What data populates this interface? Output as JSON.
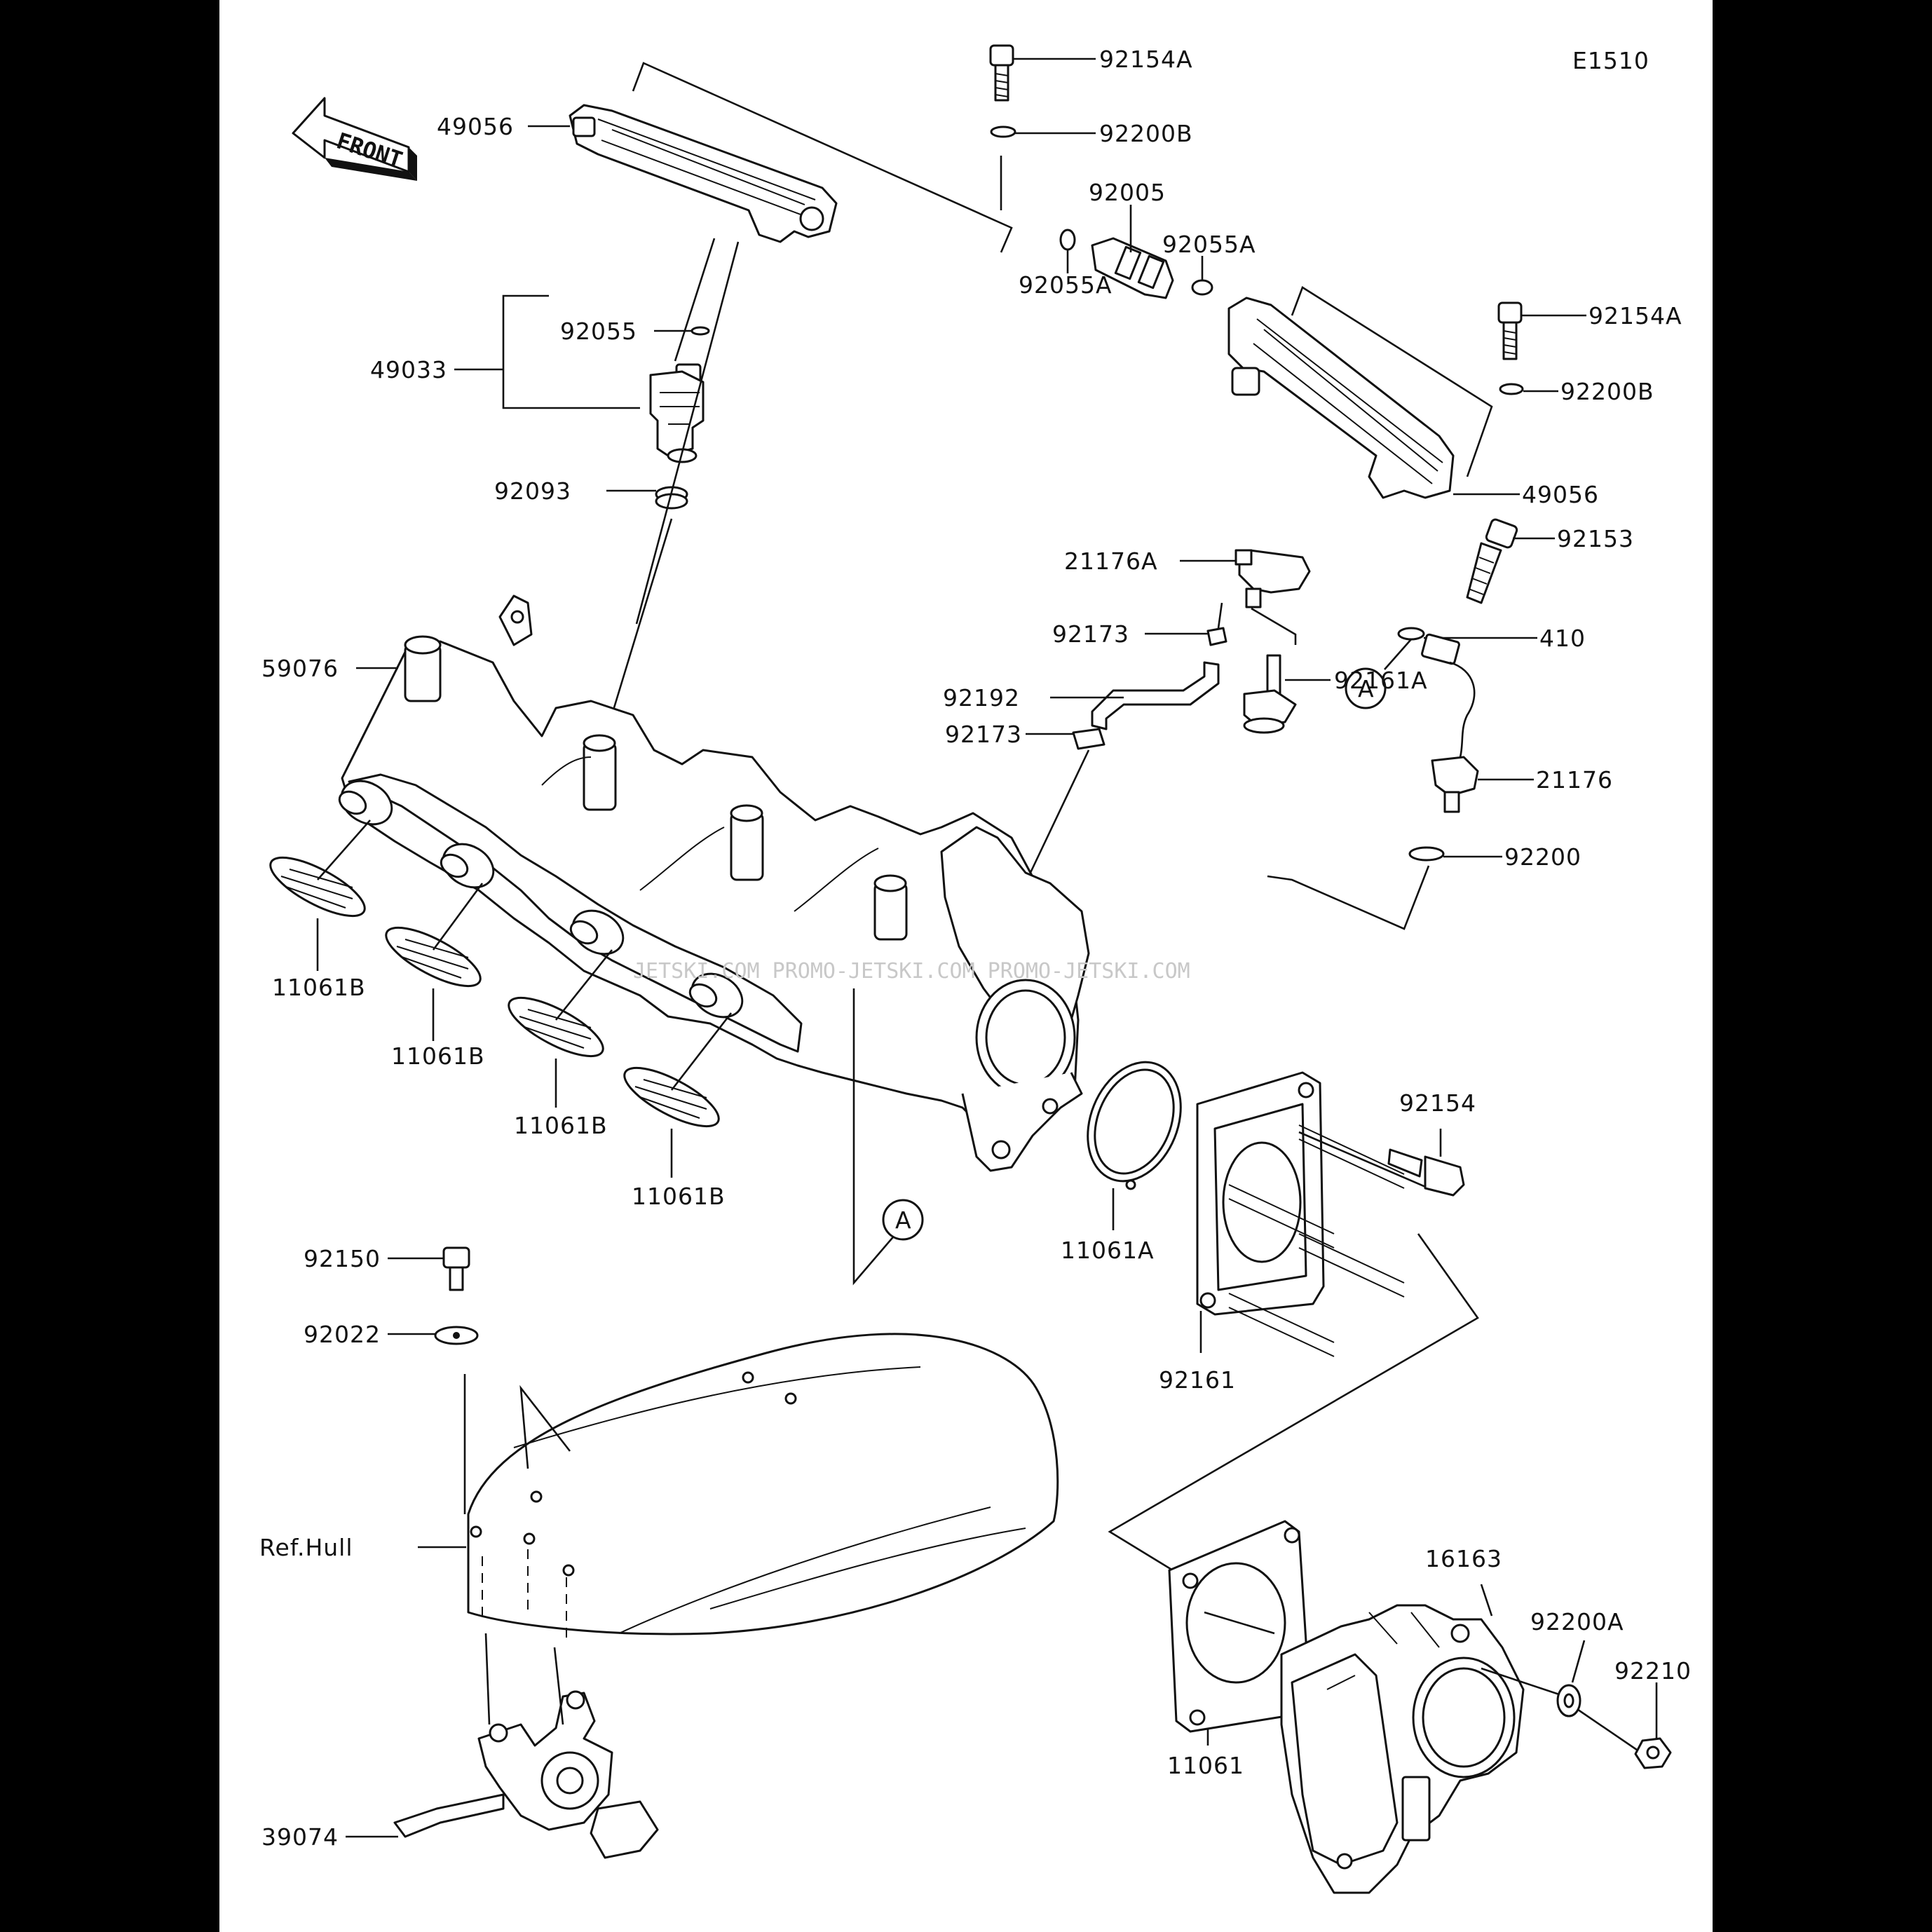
{
  "diagram_code": "E1510",
  "front_label": "FRONT",
  "watermark": "JETSKI.COM  PROMO-JETSKI.COM  PROMO-JETSKI.COM",
  "callout_marker": "A",
  "labels": {
    "p92154A_top": "92154A",
    "p92200B_top": "92200B",
    "p49056_top": "49056",
    "p92005": "92005",
    "p92055A_right": "92055A",
    "p92055A_left": "92055A",
    "p92055": "92055",
    "p49033": "49033",
    "p92154A_mid": "92154A",
    "p92200B_mid": "92200B",
    "p92093": "92093",
    "p49056_mid": "49056",
    "p92153": "92153",
    "p21176A": "21176A",
    "p92173_top": "92173",
    "p410": "410",
    "p59076": "59076",
    "p92192": "92192",
    "p92161A": "92161A",
    "p92173_bot": "92173",
    "p21176": "21176",
    "p92200": "92200",
    "p11061B_1": "11061B",
    "p11061B_2": "11061B",
    "p11061B_3": "11061B",
    "p11061B_4": "11061B",
    "p92154": "92154",
    "p11061A": "11061A",
    "p92150": "92150",
    "p92022": "92022",
    "p92161": "92161",
    "p16163": "16163",
    "p92200A": "92200A",
    "p92210": "92210",
    "ref_hull": "Ref.Hull",
    "p11061": "11061",
    "p39074": "39074"
  }
}
